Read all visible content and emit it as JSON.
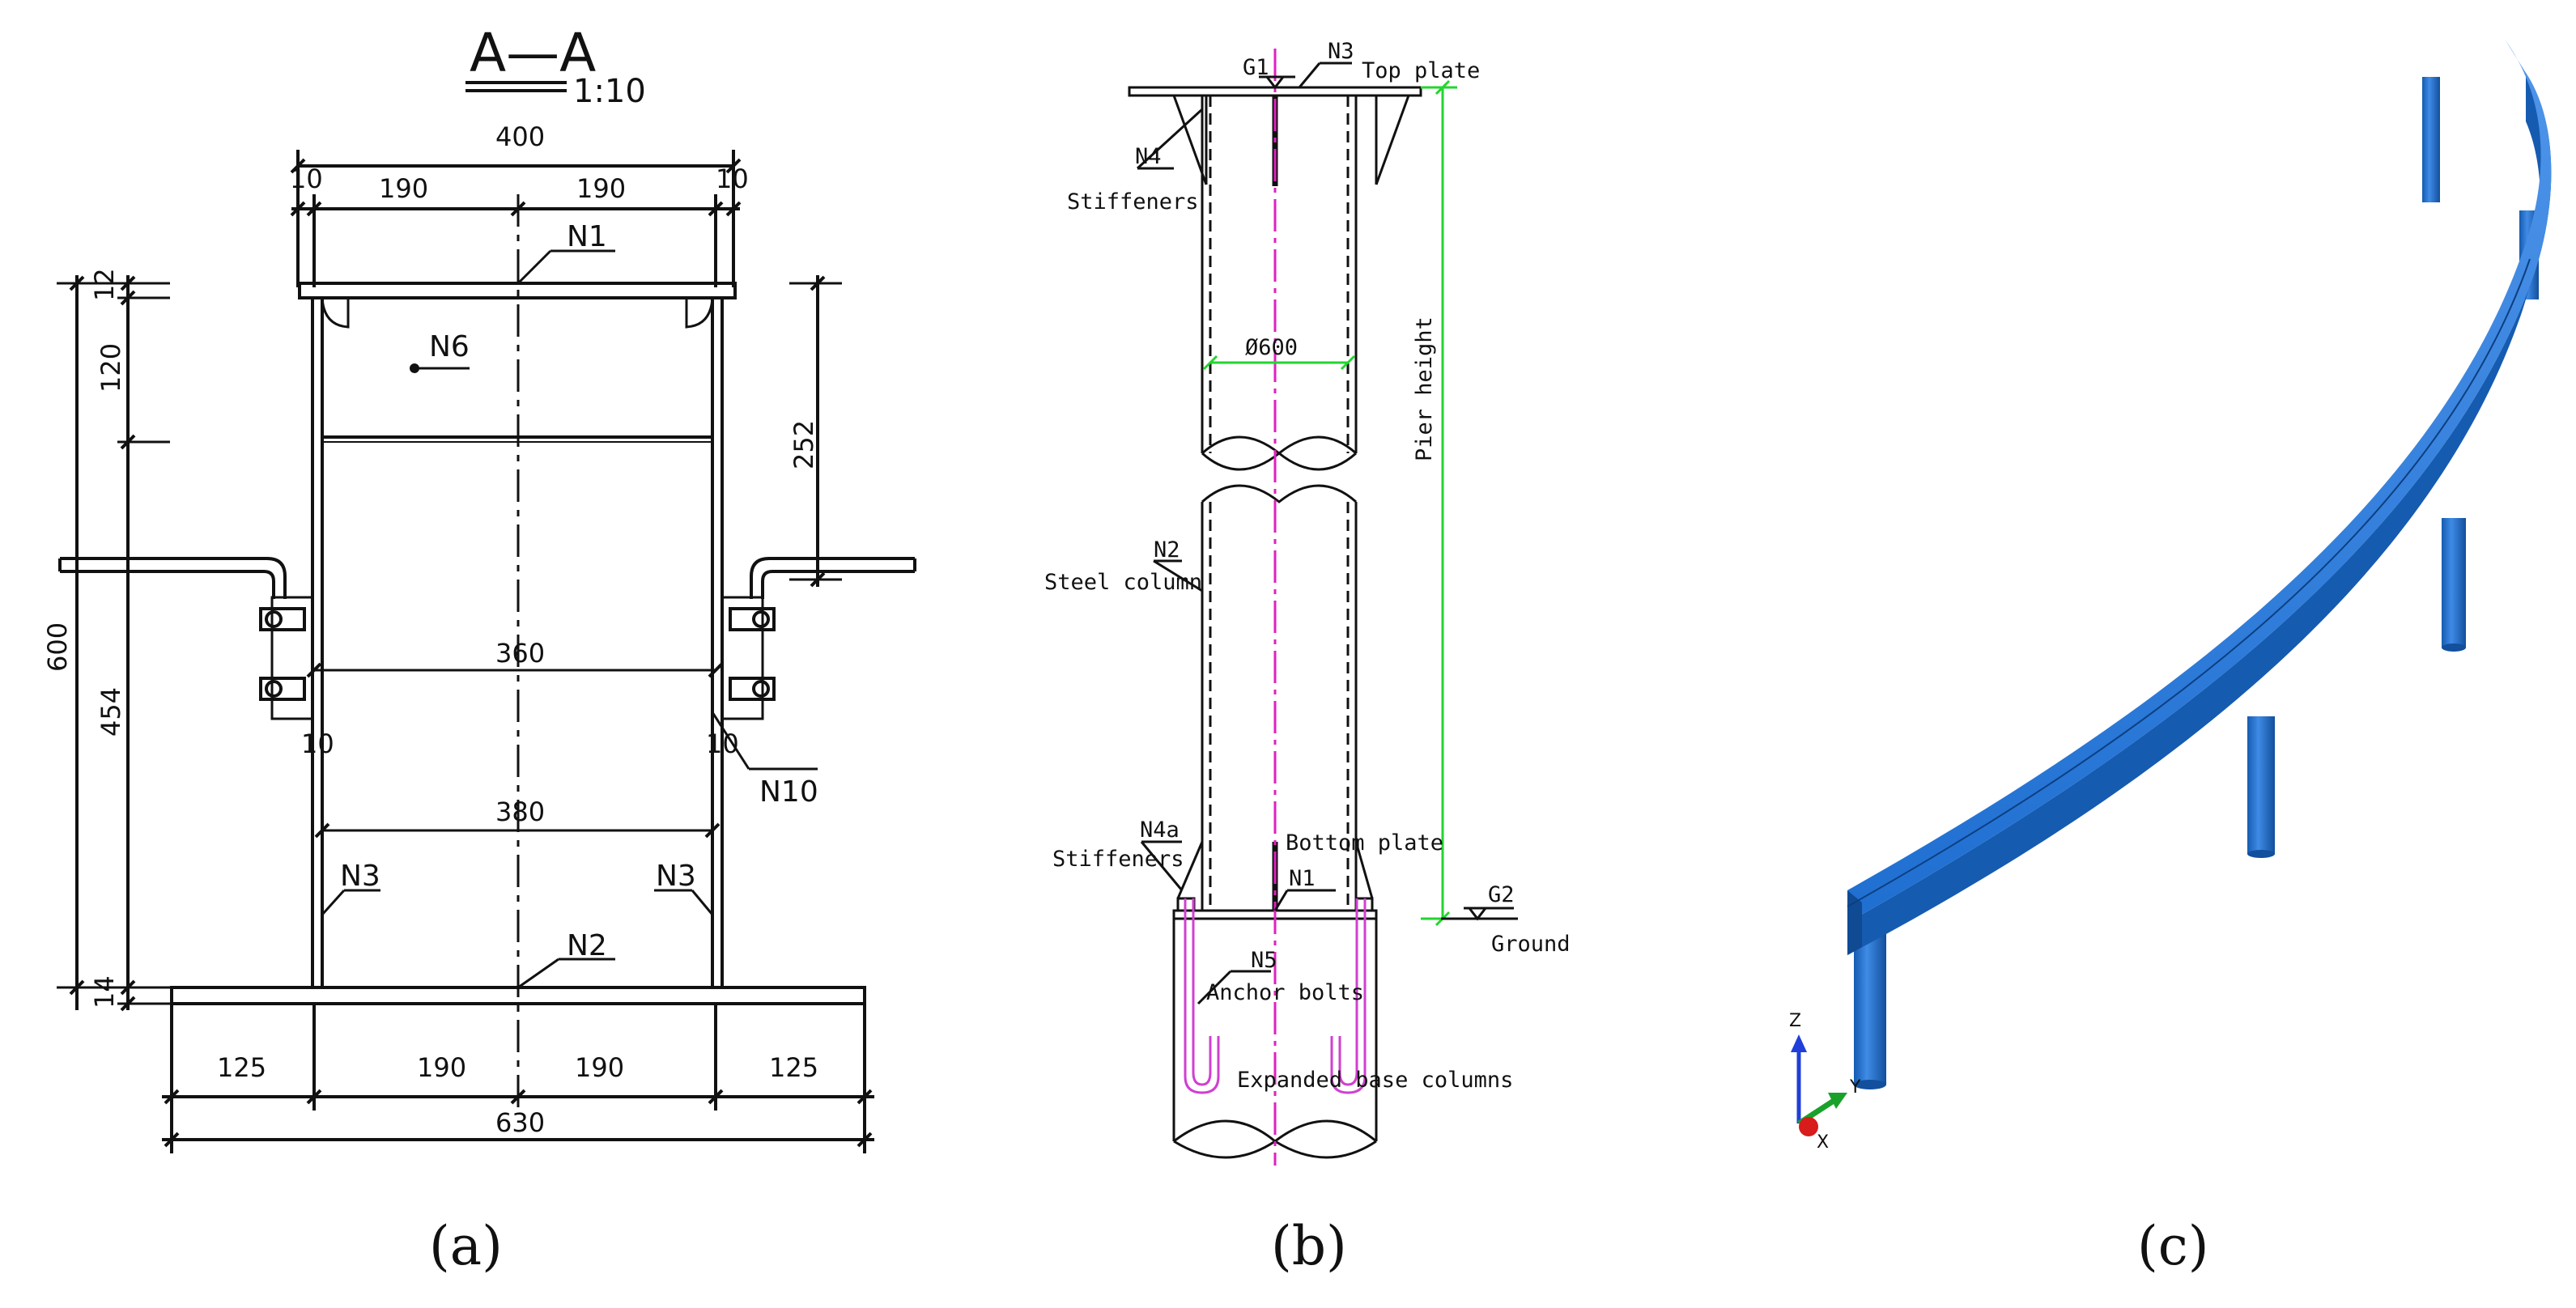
{
  "panel_a": {
    "section_title": "A—A",
    "scale": "1:10",
    "top_dims": {
      "overall": "400",
      "left_edge": "10",
      "left": "190",
      "right": "190",
      "right_edge": "10"
    },
    "left_dims": {
      "top": "12",
      "upper": "120",
      "overall": "600",
      "lower": "454",
      "bottom": "14"
    },
    "right_dim": "252",
    "inner_dims": {
      "width_360": "360",
      "width_380": "380",
      "left_10": "10",
      "right_10": "10"
    },
    "bottom_dims": {
      "a": "125",
      "b": "190",
      "c": "190",
      "d": "125",
      "overall": "630"
    },
    "labels": {
      "n1": "N1",
      "n6": "N6",
      "n2": "N2",
      "n3_left": "N3",
      "n3_right": "N3",
      "n10": "N10"
    }
  },
  "panel_b": {
    "labels": {
      "g1": "G1",
      "n3": "N3",
      "top_plate": "Top plate",
      "n4": "N4",
      "stiffeners_top": "Stiffeners",
      "diameter": "Ø600",
      "pier_height": "Pier height",
      "n2": "N2",
      "steel_column": "Steel column",
      "n4a": "N4a",
      "stiffeners_bottom": "Stiffeners",
      "bottom_plate": "Bottom plate",
      "n1": "N1",
      "g2": "G2",
      "ground": "Ground",
      "n5": "N5",
      "anchor_bolts": "Anchor bolts",
      "expanded_base": "Expanded base columns"
    }
  },
  "panel_c": {
    "axes": {
      "z": "Z",
      "y": "Y",
      "x": "X"
    },
    "colors": {
      "model": "#1f6fd1",
      "axis_z": "#1f3fd8",
      "axis_y": "#1aa12a",
      "axis_x": "#d81b1b"
    }
  },
  "captions": {
    "a": "(a)",
    "b": "(b)",
    "c": "(c)"
  },
  "colors": {
    "line": "#111111",
    "magenta": "#e020c0",
    "green": "#22d62e",
    "bolt": "#d040d0"
  }
}
